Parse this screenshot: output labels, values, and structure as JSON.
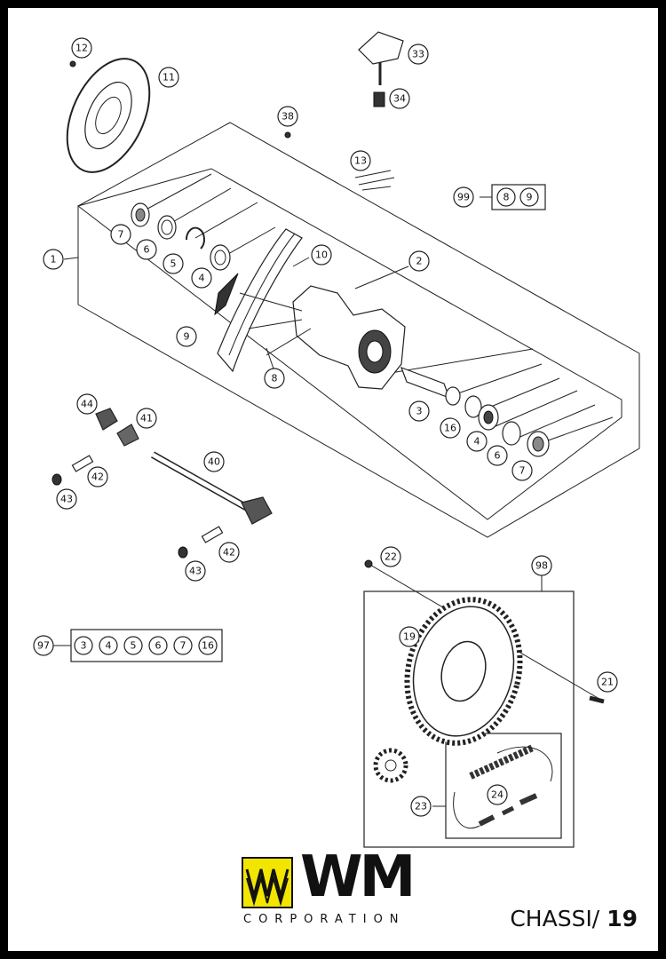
{
  "callouts": {
    "c1": "1",
    "c2": "2",
    "c3": "3",
    "c4a": "4",
    "c4b": "4",
    "c5": "5",
    "c6a": "6",
    "c6b": "6",
    "c7a": "7",
    "c7b": "7",
    "c8": "8",
    "c9": "9",
    "c10": "10",
    "c11": "11",
    "c12": "12",
    "c13": "13",
    "c16": "16",
    "c19": "19",
    "c21": "21",
    "c22": "22",
    "c23": "23",
    "c24": "24",
    "c33": "33",
    "c34": "34",
    "c38": "38",
    "c40": "40",
    "c41": "41",
    "c42a": "42",
    "c42b": "42",
    "c43a": "43",
    "c43b": "43",
    "c44": "44",
    "c98": "98"
  },
  "kits": {
    "k99": {
      "label": "99",
      "items": [
        "8",
        "9"
      ]
    },
    "k97": {
      "label": "97",
      "items": [
        "3",
        "4",
        "5",
        "6",
        "7",
        "16"
      ]
    }
  },
  "logo": {
    "wordmark": "WM",
    "subtitle": "CORPORATION",
    "brand_color": "#f2e600"
  },
  "page": {
    "section": "CHASSI/",
    "number": "19"
  }
}
